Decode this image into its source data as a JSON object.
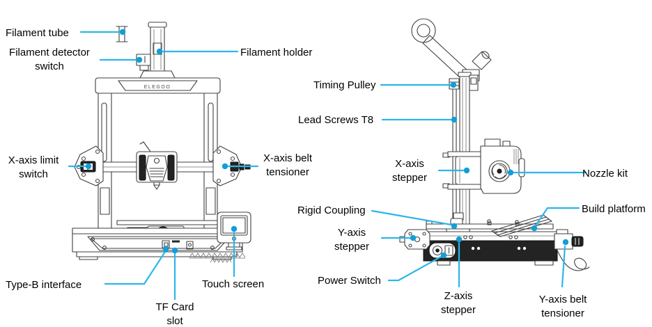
{
  "diagram": {
    "type": "annotated-parts-diagram",
    "subject": "3D printer front and side views with part callouts",
    "brand": {
      "logo_text": "ELEGOO"
    },
    "colors": {
      "leader_line": "#2bb6ea",
      "leader_dot": "#149dd8",
      "label_text": "#000000",
      "line_art": "#3f3f3f",
      "background": "#ffffff"
    },
    "labels": {
      "filament_tube": "Filament tube",
      "filament_detector_switch": "Filament detector\nswitch",
      "filament_holder": "Filament holder",
      "x_axis_limit_switch": "X-axis limit\nswitch",
      "x_axis_belt_tensioner": "X-axis belt\ntensioner",
      "type_b_interface": "Type-B interface",
      "tf_card_slot": "TF Card\nslot",
      "touch_screen": "Touch screen",
      "timing_pulley": "Timing Pulley",
      "lead_screws_t8": "Lead Screws T8",
      "x_axis_stepper": "X-axis\nstepper",
      "nozzle_kit": "Nozzle kit",
      "build_platform": "Build platform",
      "rigid_coupling": "Rigid Coupling",
      "y_axis_stepper": "Y-axis\nstepper",
      "power_switch": "Power Switch",
      "z_axis_stepper": "Z-axis\nstepper",
      "y_axis_belt_tensioner": "Y-axis belt\ntensioner"
    }
  }
}
